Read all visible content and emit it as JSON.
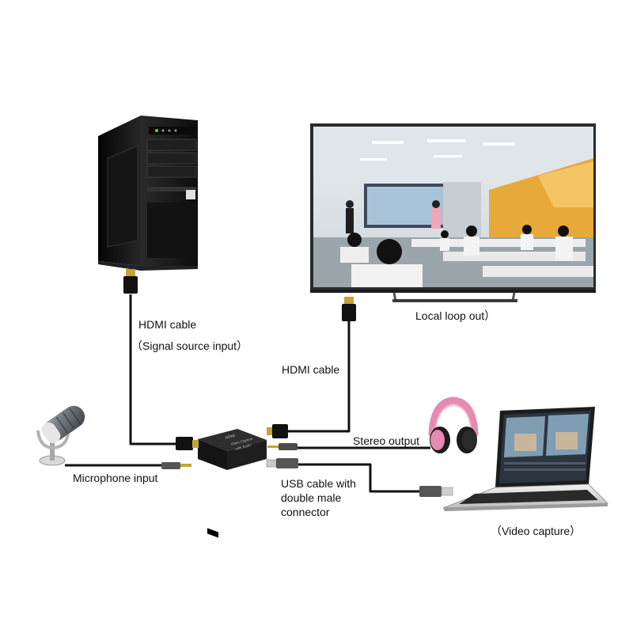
{
  "labels": {
    "hdmi_cable_source": "HDMI cable",
    "signal_source_input": "（Signal source input）",
    "hdmi_cable_loop": "HDMI cable",
    "local_loop_out": "Local loop out）",
    "stereo_output": "Stereo output",
    "microphone_input": "Microphone input",
    "usb_cable": "USB cable with double male connector",
    "video_capture": "（Video capture）"
  },
  "device": {
    "brand_text": "HDMI",
    "model_text": "Video Capture",
    "sub_text": "with Audio"
  },
  "colors": {
    "cable": "#111111",
    "headphone_pink": "#e58ab0",
    "tower": "#1a1a1a",
    "tv_frame": "#2b2b2b",
    "laptop_silver": "#d9d9d9"
  }
}
